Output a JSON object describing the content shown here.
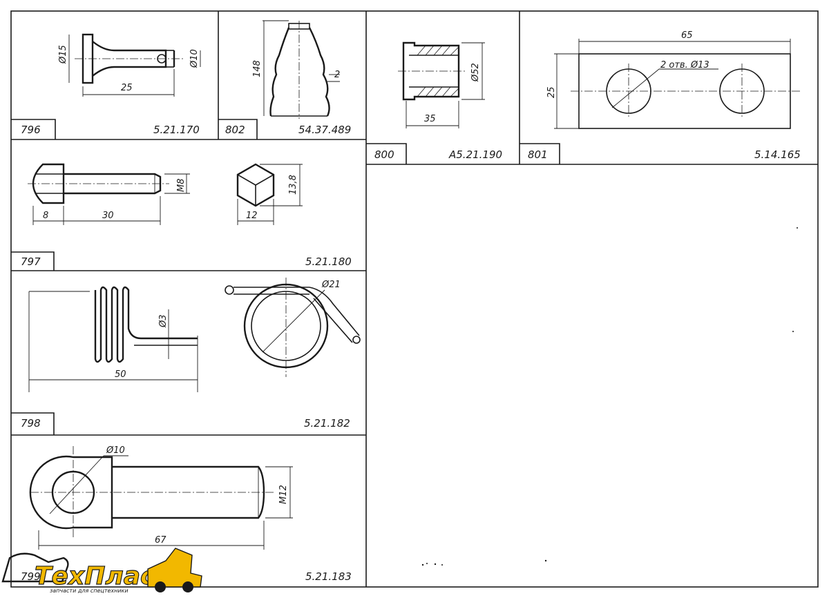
{
  "parts": [
    {
      "number": "796",
      "code": "5.21.170",
      "dims": [
        "Ø15",
        "Ø10",
        "25"
      ]
    },
    {
      "number": "802",
      "code": "54.37.489",
      "dims": [
        "148",
        "2"
      ]
    },
    {
      "number": "800",
      "code": "A5.21.190",
      "dims": [
        "Ø52",
        "35"
      ]
    },
    {
      "number": "801",
      "code": "5.14.165",
      "dims": [
        "65",
        "25",
        "2 отв. Ø13"
      ]
    },
    {
      "number": "797",
      "code": "5.21.180",
      "dims": [
        "M8",
        "8",
        "30",
        "13,8",
        "12"
      ]
    },
    {
      "number": "798",
      "code": "5.21.182",
      "dims": [
        "Ø3",
        "50",
        "Ø21"
      ]
    },
    {
      "number": "799",
      "code": "5.21.183",
      "dims": [
        "Ø10",
        "M12",
        "67"
      ]
    }
  ],
  "watermark": {
    "brand": "ТехПласт",
    "tagline": "запчасти для спецтехники",
    "brand_color": "#f2b800"
  }
}
